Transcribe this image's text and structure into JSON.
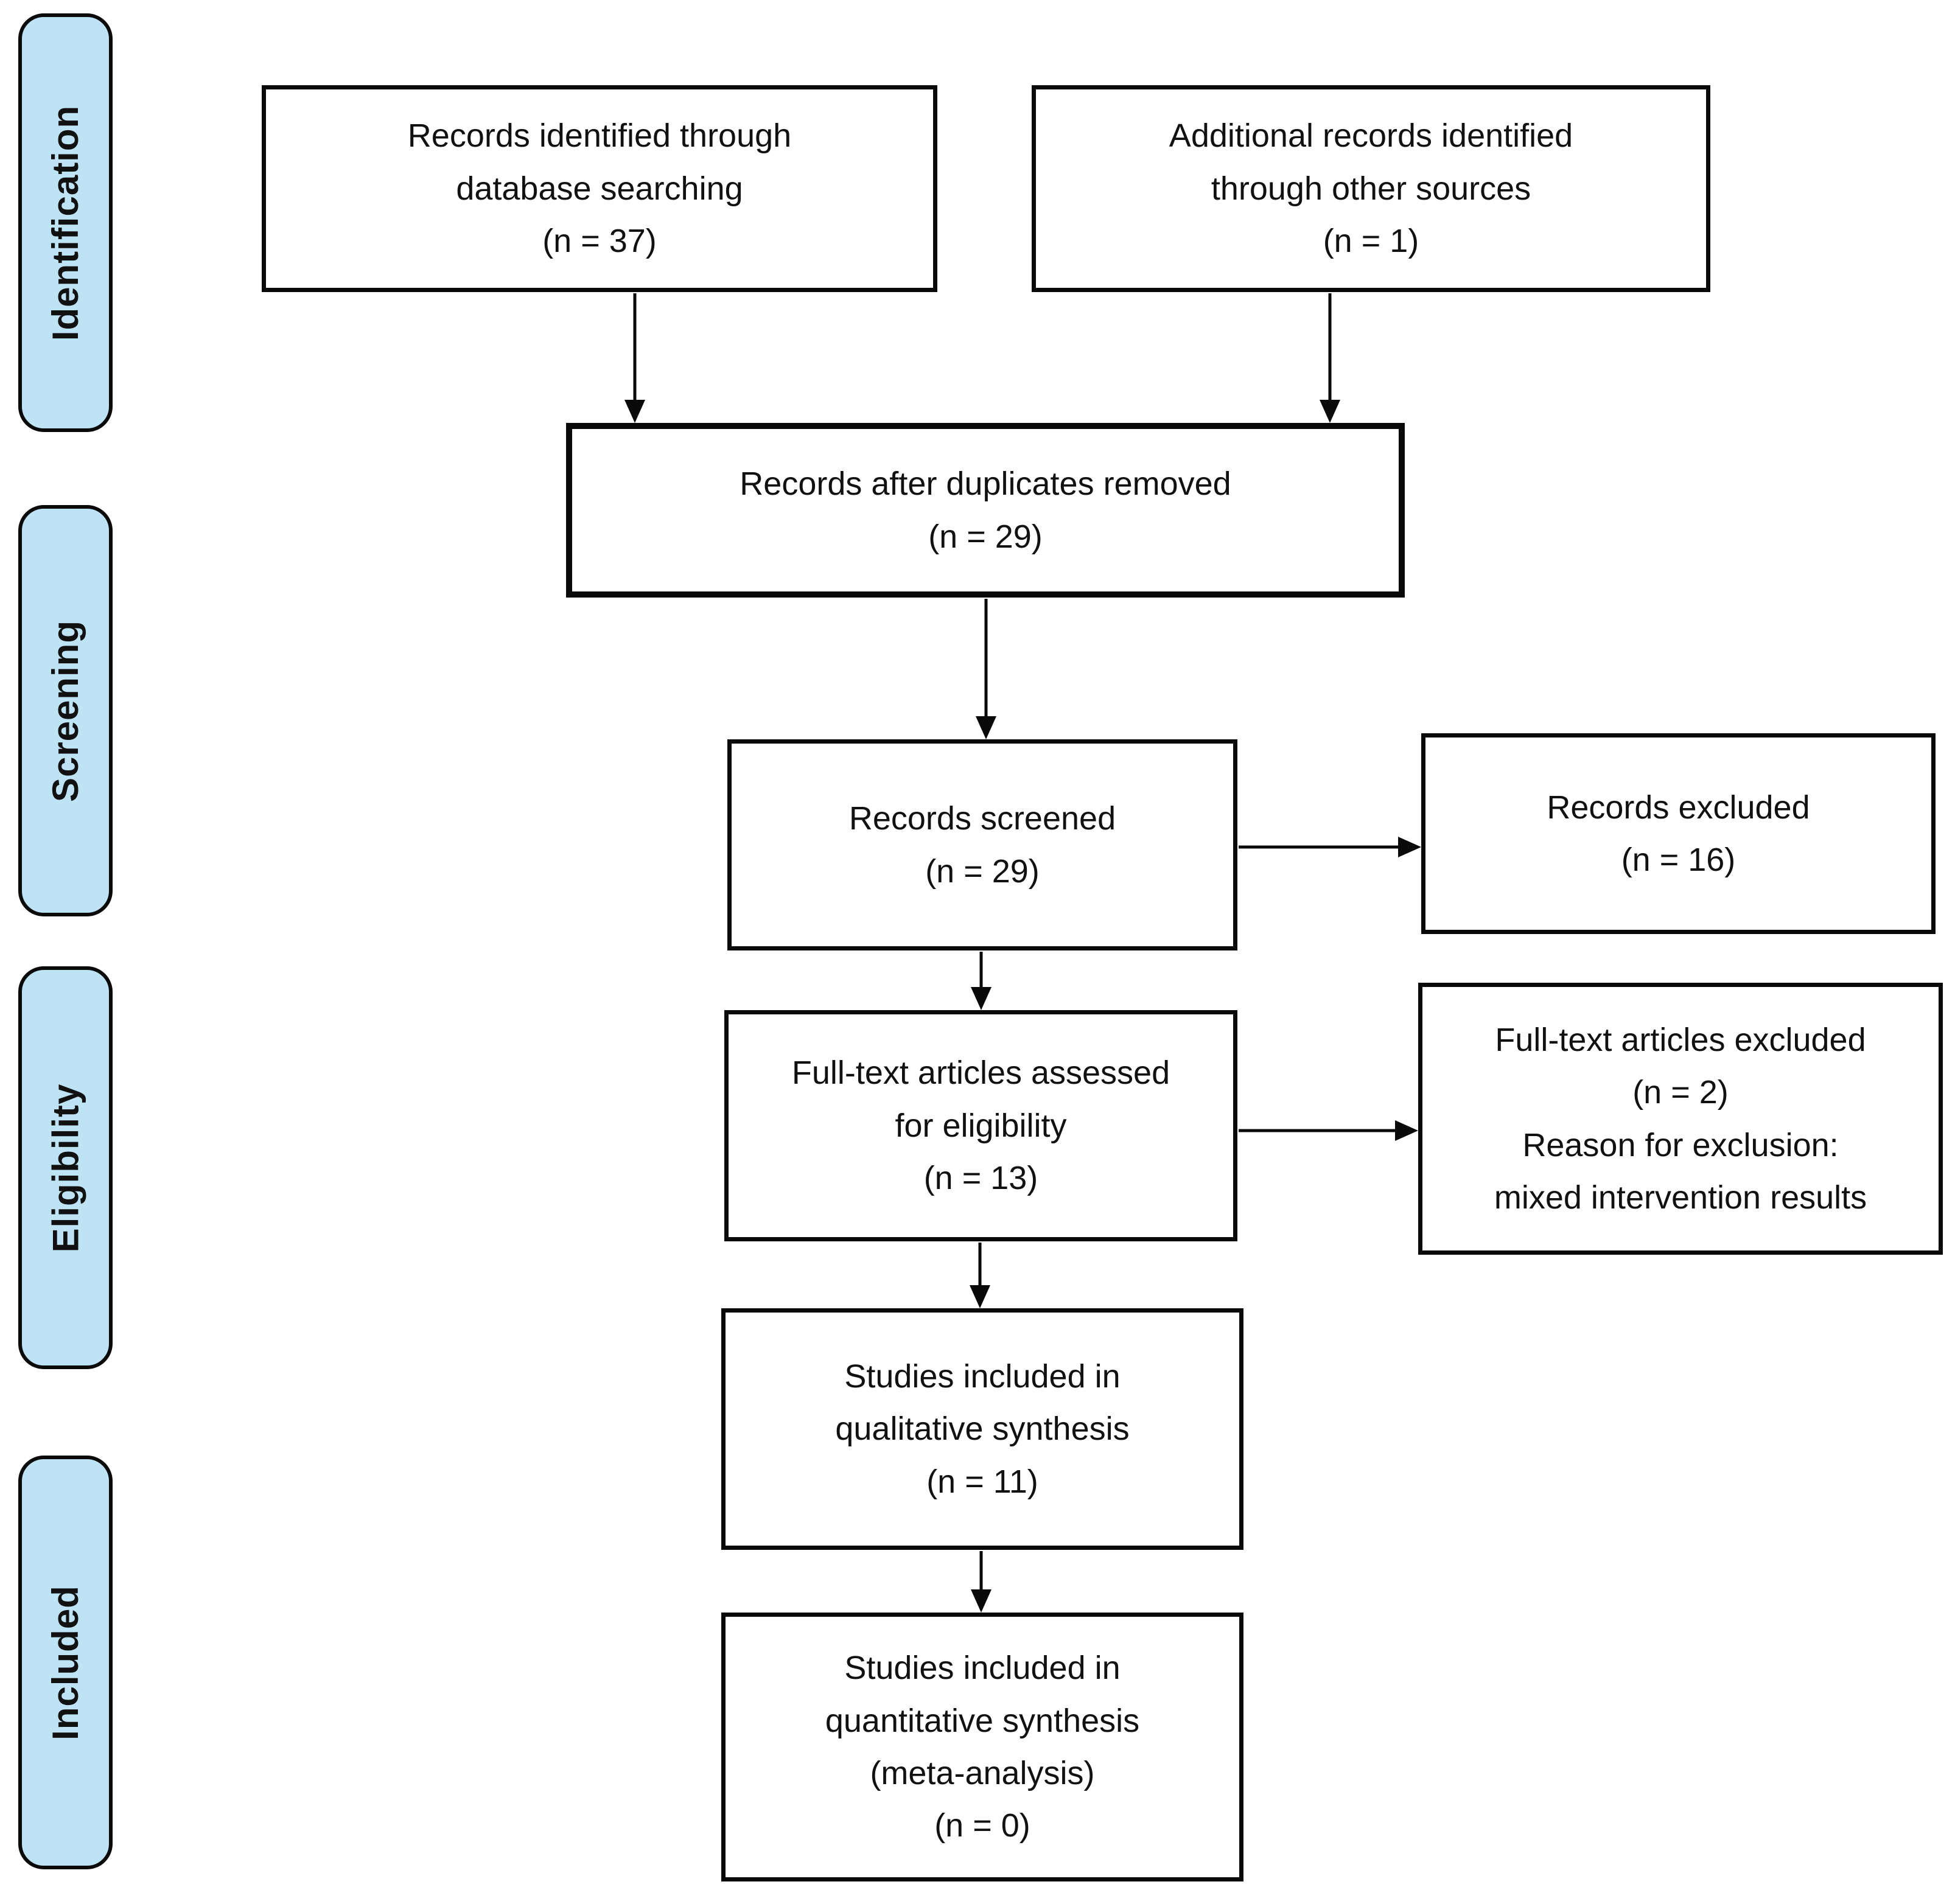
{
  "diagram": {
    "type": "prisma-flow",
    "stages": [
      {
        "label": "Identification"
      },
      {
        "label": "Screening"
      },
      {
        "label": "Eligibility"
      },
      {
        "label": "Included"
      }
    ],
    "boxes": {
      "identified": {
        "lines": [
          "Records identified through",
          "database searching",
          "(n = 37)"
        ]
      },
      "additional": {
        "lines": [
          "Additional records identified",
          "through other sources",
          "(n = 1)"
        ]
      },
      "duplicates_removed": {
        "lines": [
          "Records after duplicates removed",
          "(n = 29)"
        ]
      },
      "screened": {
        "lines": [
          "Records screened",
          "(n = 29)"
        ]
      },
      "records_excluded": {
        "lines": [
          "Records excluded",
          "(n = 16)"
        ]
      },
      "fulltext_assessed": {
        "lines": [
          "Full-text articles assessed",
          "for eligibility",
          "(n = 13)"
        ]
      },
      "fulltext_excluded": {
        "lines": [
          "Full-text articles excluded",
          "(n = 2)",
          "Reason for exclusion:",
          "mixed intervention results"
        ]
      },
      "qualitative": {
        "lines": [
          "Studies included in",
          "qualitative synthesis",
          "(n = 11)"
        ]
      },
      "quantitative": {
        "lines": [
          "Studies included in",
          "quantitative synthesis",
          "(meta-analysis)",
          "(n =  0)"
        ]
      }
    },
    "colors": {
      "stage_fill": "#BDE3F5",
      "outline": "#0A0A0A",
      "box_fill": "#FFFFFF",
      "text": "#111111"
    }
  }
}
